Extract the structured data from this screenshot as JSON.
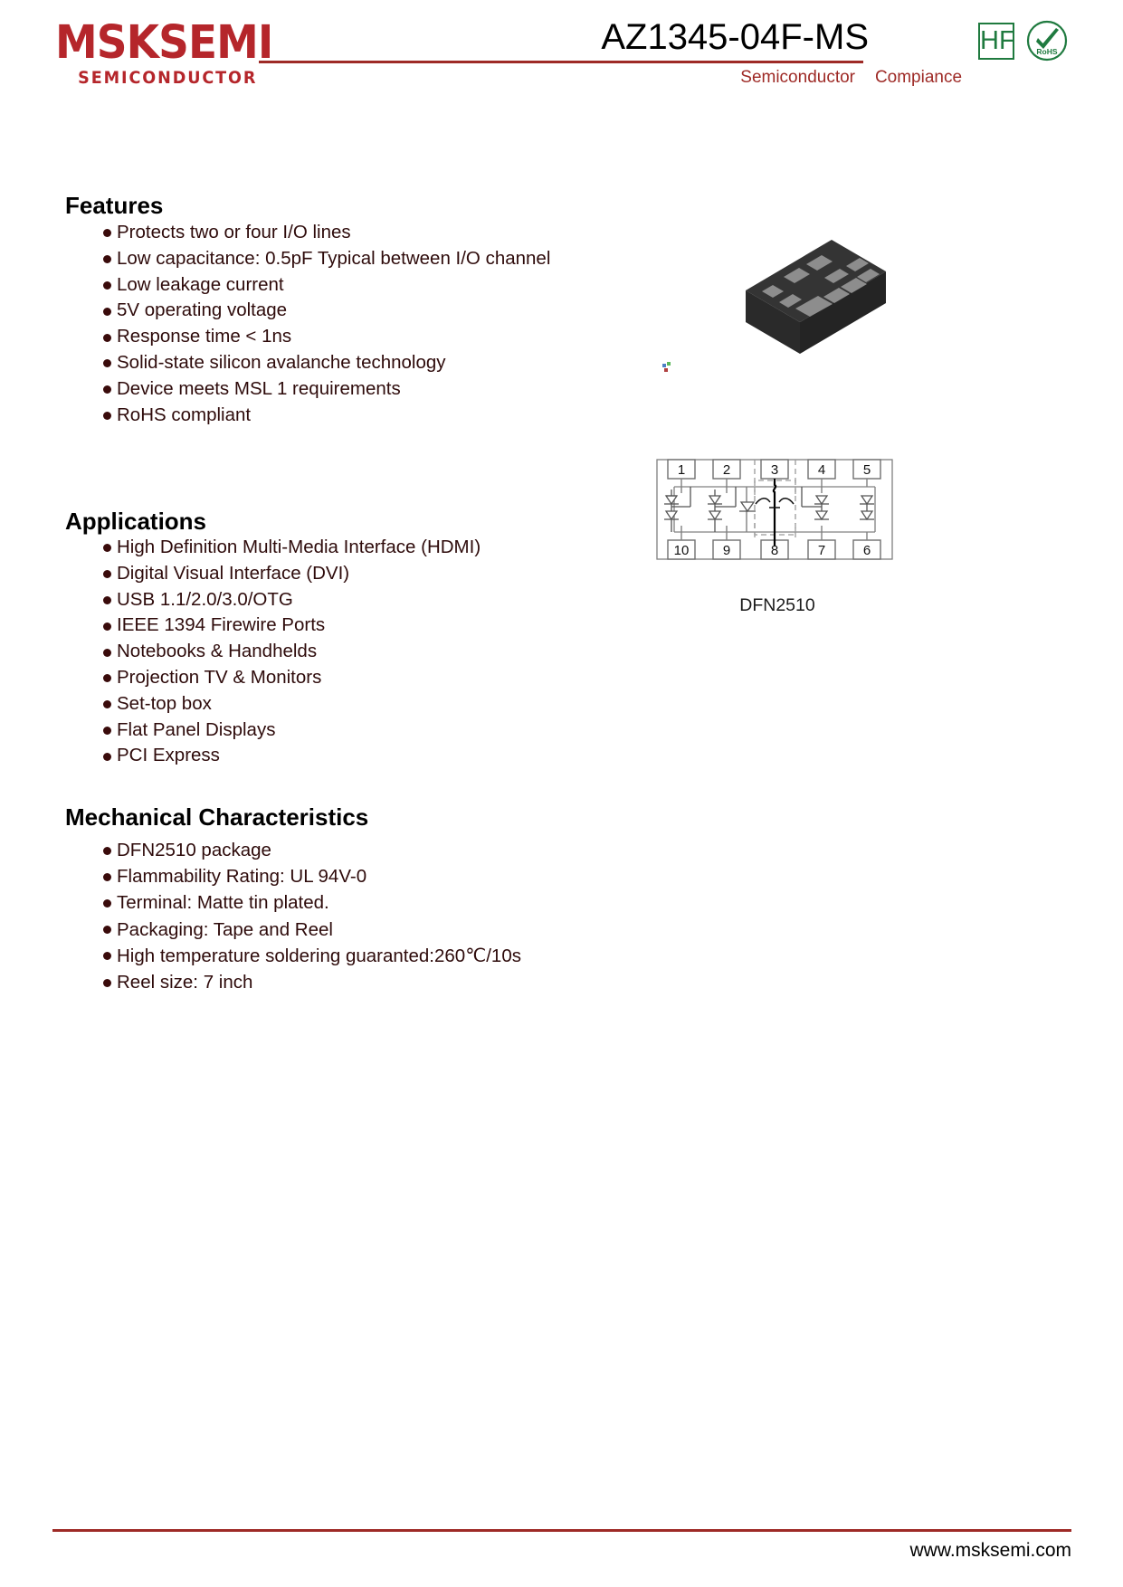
{
  "header": {
    "logo_main": "MSKSEMI",
    "logo_sub": "SEMICONDUCTOR",
    "part_number": "AZ1345-04F-MS",
    "semiconductor_label": "Semiconductor",
    "compliance_label": "Compiance",
    "hf_badge": "HF",
    "rohs_badge": "RoHS",
    "accent_red": "#9e2a26",
    "logo_red": "#b5262b",
    "badge_green": "#1f7a3f"
  },
  "features": {
    "heading": "Features",
    "items": [
      "Protects two or four I/O lines",
      "Low capacitance: 0.5pF Typical between I/O channel",
      "Low leakage current",
      "5V operating voltage",
      "Response time < 1ns",
      "Solid-state silicon avalanche technology",
      "Device meets MSL 1 requirements",
      "RoHS compliant"
    ]
  },
  "applications": {
    "heading": "Applications",
    "items": [
      "High Definition Multi-Media Interface (HDMI)",
      "Digital Visual Interface (DVI)",
      "USB 1.1/2.0/3.0/OTG",
      "IEEE 1394 Firewire Ports",
      "Notebooks & Handhelds",
      "Projection TV & Monitors",
      "Set-top box",
      "Flat Panel Displays",
      "PCI Express"
    ]
  },
  "mechanical": {
    "heading": "Mechanical Characteristics",
    "items": [
      "DFN2510 package",
      "Flammability Rating: UL 94V-0",
      "Terminal: Matte tin plated.",
      "Packaging: Tape and Reel",
      "High temperature soldering guaranted:260℃/10s",
      "Reel size: 7 inch"
    ]
  },
  "package": {
    "caption": "DFN2510",
    "pin_numbers_top": [
      "1",
      "2",
      "3",
      "4",
      "5"
    ],
    "pin_numbers_bottom": [
      "10",
      "9",
      "8",
      "7",
      "6"
    ]
  },
  "footer": {
    "url": "www.msksemi.com"
  }
}
